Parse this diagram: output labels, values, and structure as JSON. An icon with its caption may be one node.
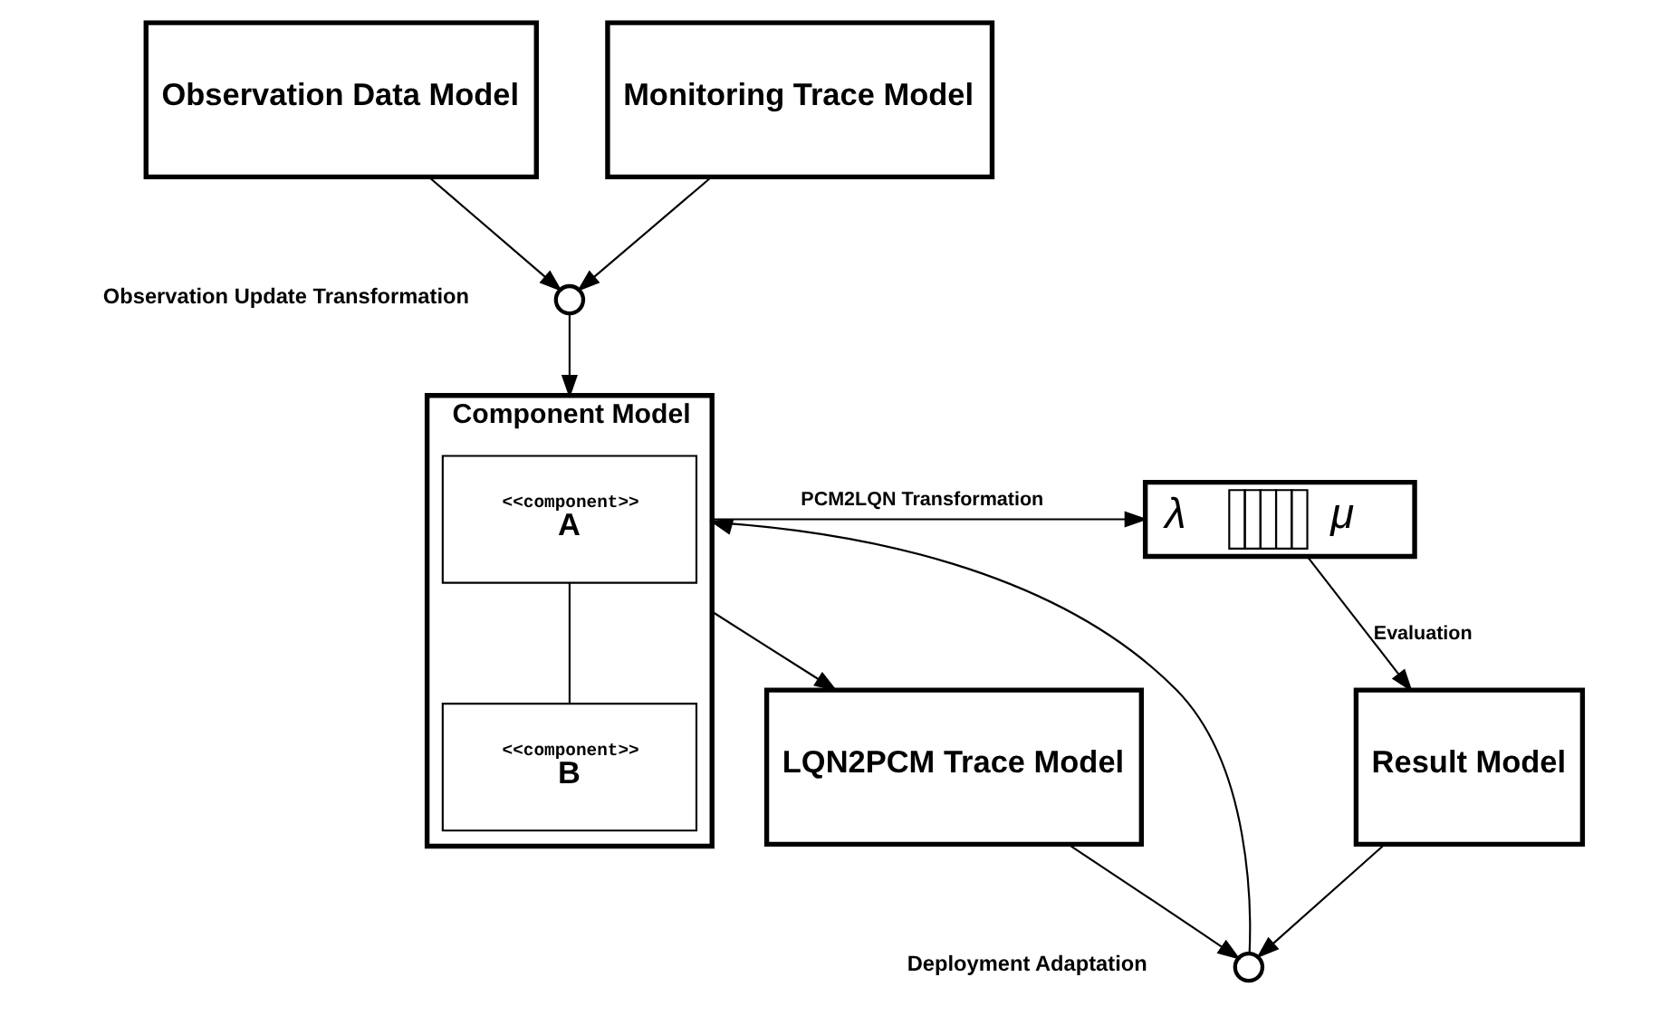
{
  "diagram": {
    "nodes": [
      {
        "text": [
          "Observation Data Model"
        ]
      },
      {
        "text": [
          "Monitoring Trace Model"
        ]
      },
      {
        "text": [],
        "shape": "circle",
        "beside": [
          "Observation Update Transformation"
        ]
      },
      {
        "text": [
          "Component Model"
        ]
      },
      {
        "text": [
          "<<component>>",
          "A"
        ],
        "in": 3
      },
      {
        "text": [
          "<<component>>",
          "B"
        ],
        "in": 3
      },
      {
        "text": [
          "LQN2PCM Trace Model"
        ]
      },
      {
        "text": [
          "λ",
          "μ"
        ]
      },
      {
        "text": [
          "Result Model"
        ]
      },
      {
        "text": [],
        "shape": "circle",
        "beside": [
          "Deployment Adaptation"
        ]
      }
    ],
    "edges": [
      {
        "from": 0,
        "to": 2,
        "arrow": "to"
      },
      {
        "from": 1,
        "to": 2,
        "arrow": "to"
      },
      {
        "from": 2,
        "to": 3,
        "arrow": "to"
      },
      {
        "from": 4,
        "to": 5,
        "arrow": "none"
      },
      {
        "from": 3,
        "to": 6,
        "arrow": "to"
      },
      {
        "from": 3,
        "to": 7,
        "arrow": "to",
        "label": "PCM2LQN Transformation"
      },
      {
        "from": 7,
        "to": 8,
        "arrow": "to",
        "label": "Evaluation"
      },
      {
        "from": 6,
        "to": 9,
        "arrow": "to"
      },
      {
        "from": 8,
        "to": 9,
        "arrow": "to"
      },
      {
        "from": 9,
        "to": 3,
        "arrow": "to"
      }
    ]
  }
}
